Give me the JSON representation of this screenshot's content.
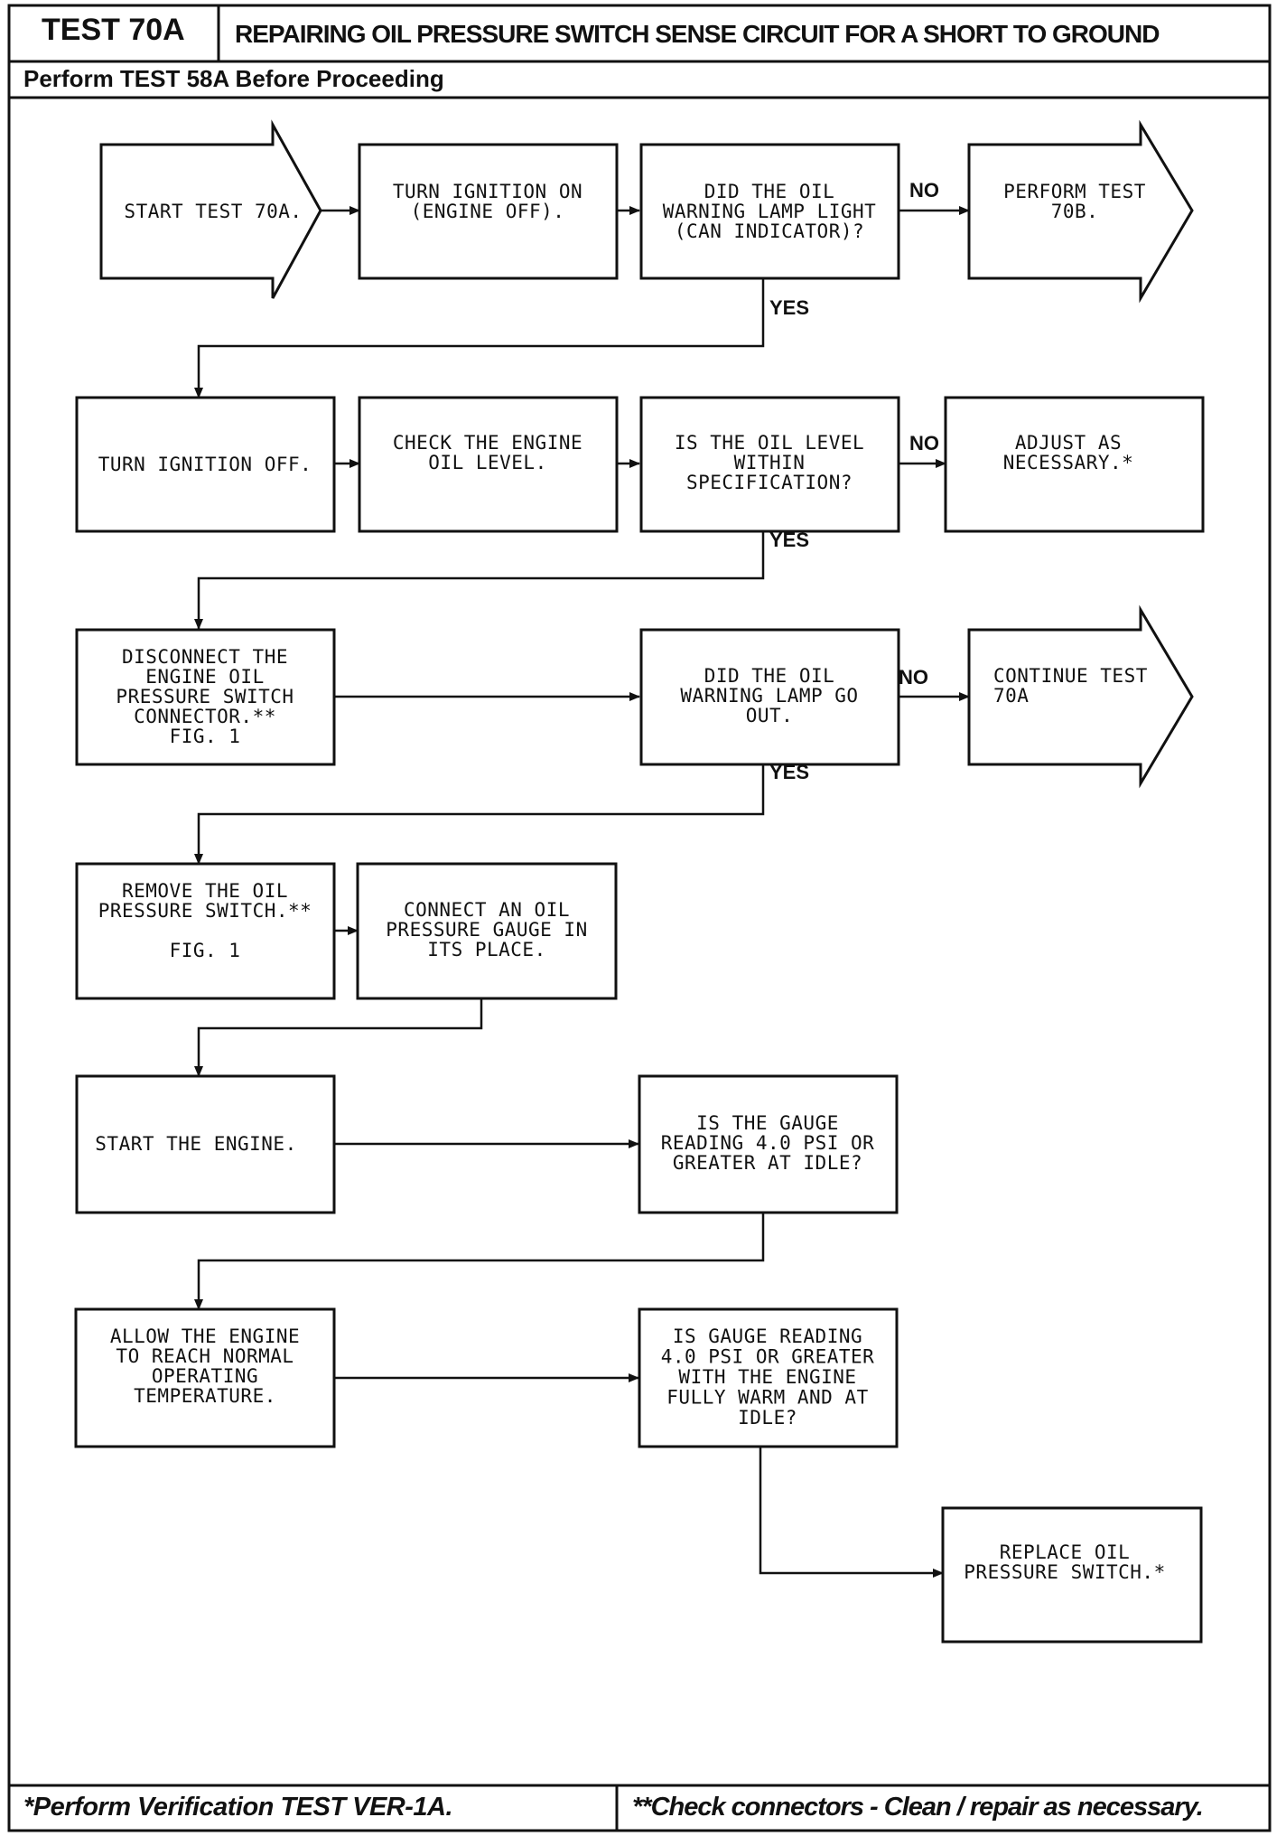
{
  "header": {
    "test_id": "TEST 70A",
    "title": "REPAIRING OIL PRESSURE SWITCH SENSE CIRCUIT FOR A SHORT TO GROUND",
    "prerequisite": "Perform TEST 58A Before Proceeding"
  },
  "footer": {
    "left_note": "*Perform Verification TEST VER-1A.",
    "right_note": "**Check connectors - Clean / repair as necessary."
  },
  "steps": {
    "start": [
      "START TEST 70A."
    ],
    "ign_on": [
      "TURN IGNITION ON",
      "(ENGINE OFF)."
    ],
    "q_lamp": [
      "DID THE OIL",
      "WARNING LAMP LIGHT",
      "(CAN INDICATOR)?"
    ],
    "perform_70b": [
      "PERFORM TEST",
      "70B."
    ],
    "ign_off": [
      "TURN IGNITION OFF."
    ],
    "check_oil": [
      "CHECK THE ENGINE",
      "OIL LEVEL."
    ],
    "q_level": [
      "IS THE OIL LEVEL",
      "WITHIN",
      "SPECIFICATION?"
    ],
    "adjust": [
      "ADJUST AS",
      "NECESSARY.*"
    ],
    "disconnect": [
      "DISCONNECT THE",
      "ENGINE OIL",
      "PRESSURE SWITCH",
      "CONNECTOR.**",
      "FIG. 1"
    ],
    "q_out": [
      "DID THE OIL",
      "WARNING LAMP GO",
      "OUT."
    ],
    "continue_70a": [
      "CONTINUE TEST",
      "70A"
    ],
    "remove": [
      "REMOVE THE OIL",
      "PRESSURE SWITCH.**",
      "",
      "FIG. 1"
    ],
    "connect_gauge": [
      "CONNECT AN OIL",
      "PRESSURE GAUGE IN",
      "ITS PLACE."
    ],
    "start_engine": [
      "START THE ENGINE."
    ],
    "q_idle": [
      "IS THE GAUGE",
      "READING 4.0 PSI OR",
      "GREATER AT IDLE?"
    ],
    "warm": [
      "ALLOW THE ENGINE",
      "TO REACH NORMAL",
      "OPERATING",
      "TEMPERATURE."
    ],
    "q_warm": [
      "IS GAUGE READING",
      "4.0 PSI OR GREATER",
      "WITH THE ENGINE",
      "FULLY WARM AND AT",
      "IDLE?"
    ],
    "replace": [
      "REPLACE OIL",
      "PRESSURE SWITCH.*"
    ]
  },
  "labels": {
    "no": "NO",
    "yes": "YES"
  }
}
